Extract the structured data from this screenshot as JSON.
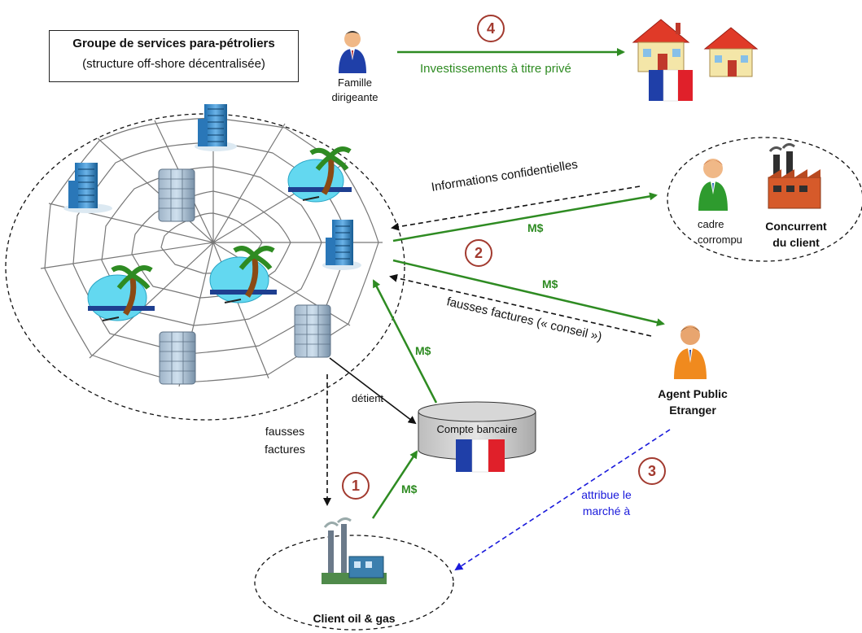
{
  "group_box": {
    "title": "Groupe de services para-pétroliers",
    "subtitle": "(structure off-shore décentralisée)"
  },
  "family": {
    "line1": "Famille",
    "line2": "dirigeante"
  },
  "steps": {
    "one": "1",
    "two": "2",
    "three": "3",
    "four": "4"
  },
  "labels": {
    "investments": "Investissements à titre privé",
    "confidential": "Informations confidentielles",
    "fake_invoices_advice": "fausses factures (« conseil »)",
    "holds": "détient",
    "fake_invoices_line1": "fausses",
    "fake_invoices_line2": "factures",
    "awards_line1": "attribue le",
    "awards_line2": "marché à",
    "money": "M$"
  },
  "competitor": {
    "corrupt_line1": "cadre",
    "corrupt_line2": "corrompu",
    "name_line1": "Concurrent",
    "name_line2": "du client"
  },
  "agent": {
    "line1": "Agent Public",
    "line2": "Etranger"
  },
  "bank": {
    "label": "Compte bancaire"
  },
  "client": {
    "label": "Client oil & gas"
  },
  "colors": {
    "money_flow": "#2e8b22",
    "award_flow": "#1a1adb",
    "badge": "#a23a2f",
    "flag_blue": "#1f3fa8",
    "flag_red": "#e0202a"
  }
}
